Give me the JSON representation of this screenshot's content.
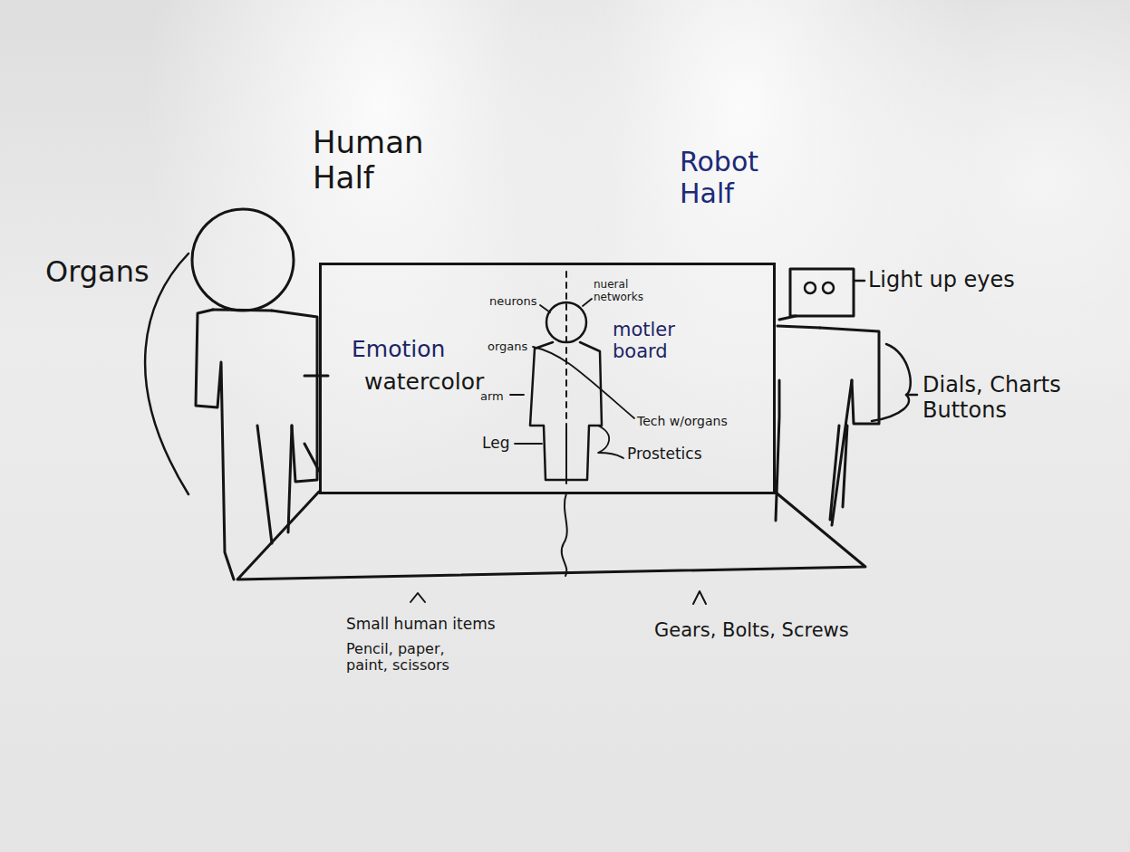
{
  "diagram": {
    "nodes": [
      {
        "text": [
          "Emotion",
          "watercolor",
          "neurons",
          "nueral networks",
          "organs",
          "arm",
          "Leg",
          "motler board",
          "Tech w/organs",
          "Prostetics"
        ]
      }
    ],
    "labels": [
      "Human Half",
      "Robot Half",
      "Organs",
      "Light up eyes",
      "Dials, Charts Buttons",
      "Small human items",
      "Pencil, paper, paint, scissors",
      "Gears, Bolts, Screws"
    ]
  }
}
